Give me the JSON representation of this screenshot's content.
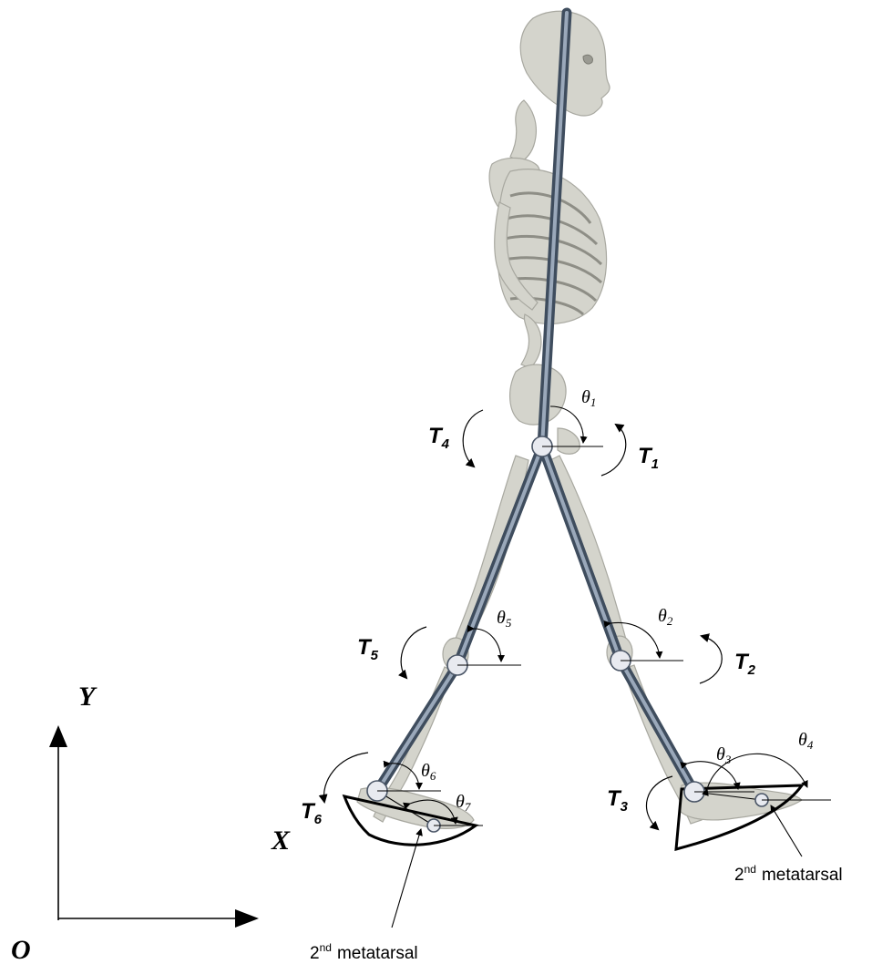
{
  "torques": {
    "t1": {
      "letter": "T",
      "sub": "1"
    },
    "t2": {
      "letter": "T",
      "sub": "2"
    },
    "t3": {
      "letter": "T",
      "sub": "3"
    },
    "t4": {
      "letter": "T",
      "sub": "4"
    },
    "t5": {
      "letter": "T",
      "sub": "5"
    },
    "t6": {
      "letter": "T",
      "sub": "6"
    }
  },
  "angles": {
    "a1": {
      "symbol": "θ",
      "sub": "1"
    },
    "a2": {
      "symbol": "θ",
      "sub": "2"
    },
    "a3": {
      "symbol": "θ",
      "sub": "3"
    },
    "a4": {
      "symbol": "θ",
      "sub": "4"
    },
    "a5": {
      "symbol": "θ",
      "sub": "5"
    },
    "a6": {
      "symbol": "θ",
      "sub": "6"
    },
    "a7": {
      "symbol": "θ",
      "sub": "7"
    }
  },
  "axes": {
    "y": "Y",
    "x": "X",
    "origin": "O"
  },
  "metatarsal": {
    "left": {
      "prefix": "2",
      "sup": "nd",
      "word": "metatarsal"
    },
    "right": {
      "prefix": "2",
      "sup": "nd",
      "word": "metatarsal"
    }
  }
}
